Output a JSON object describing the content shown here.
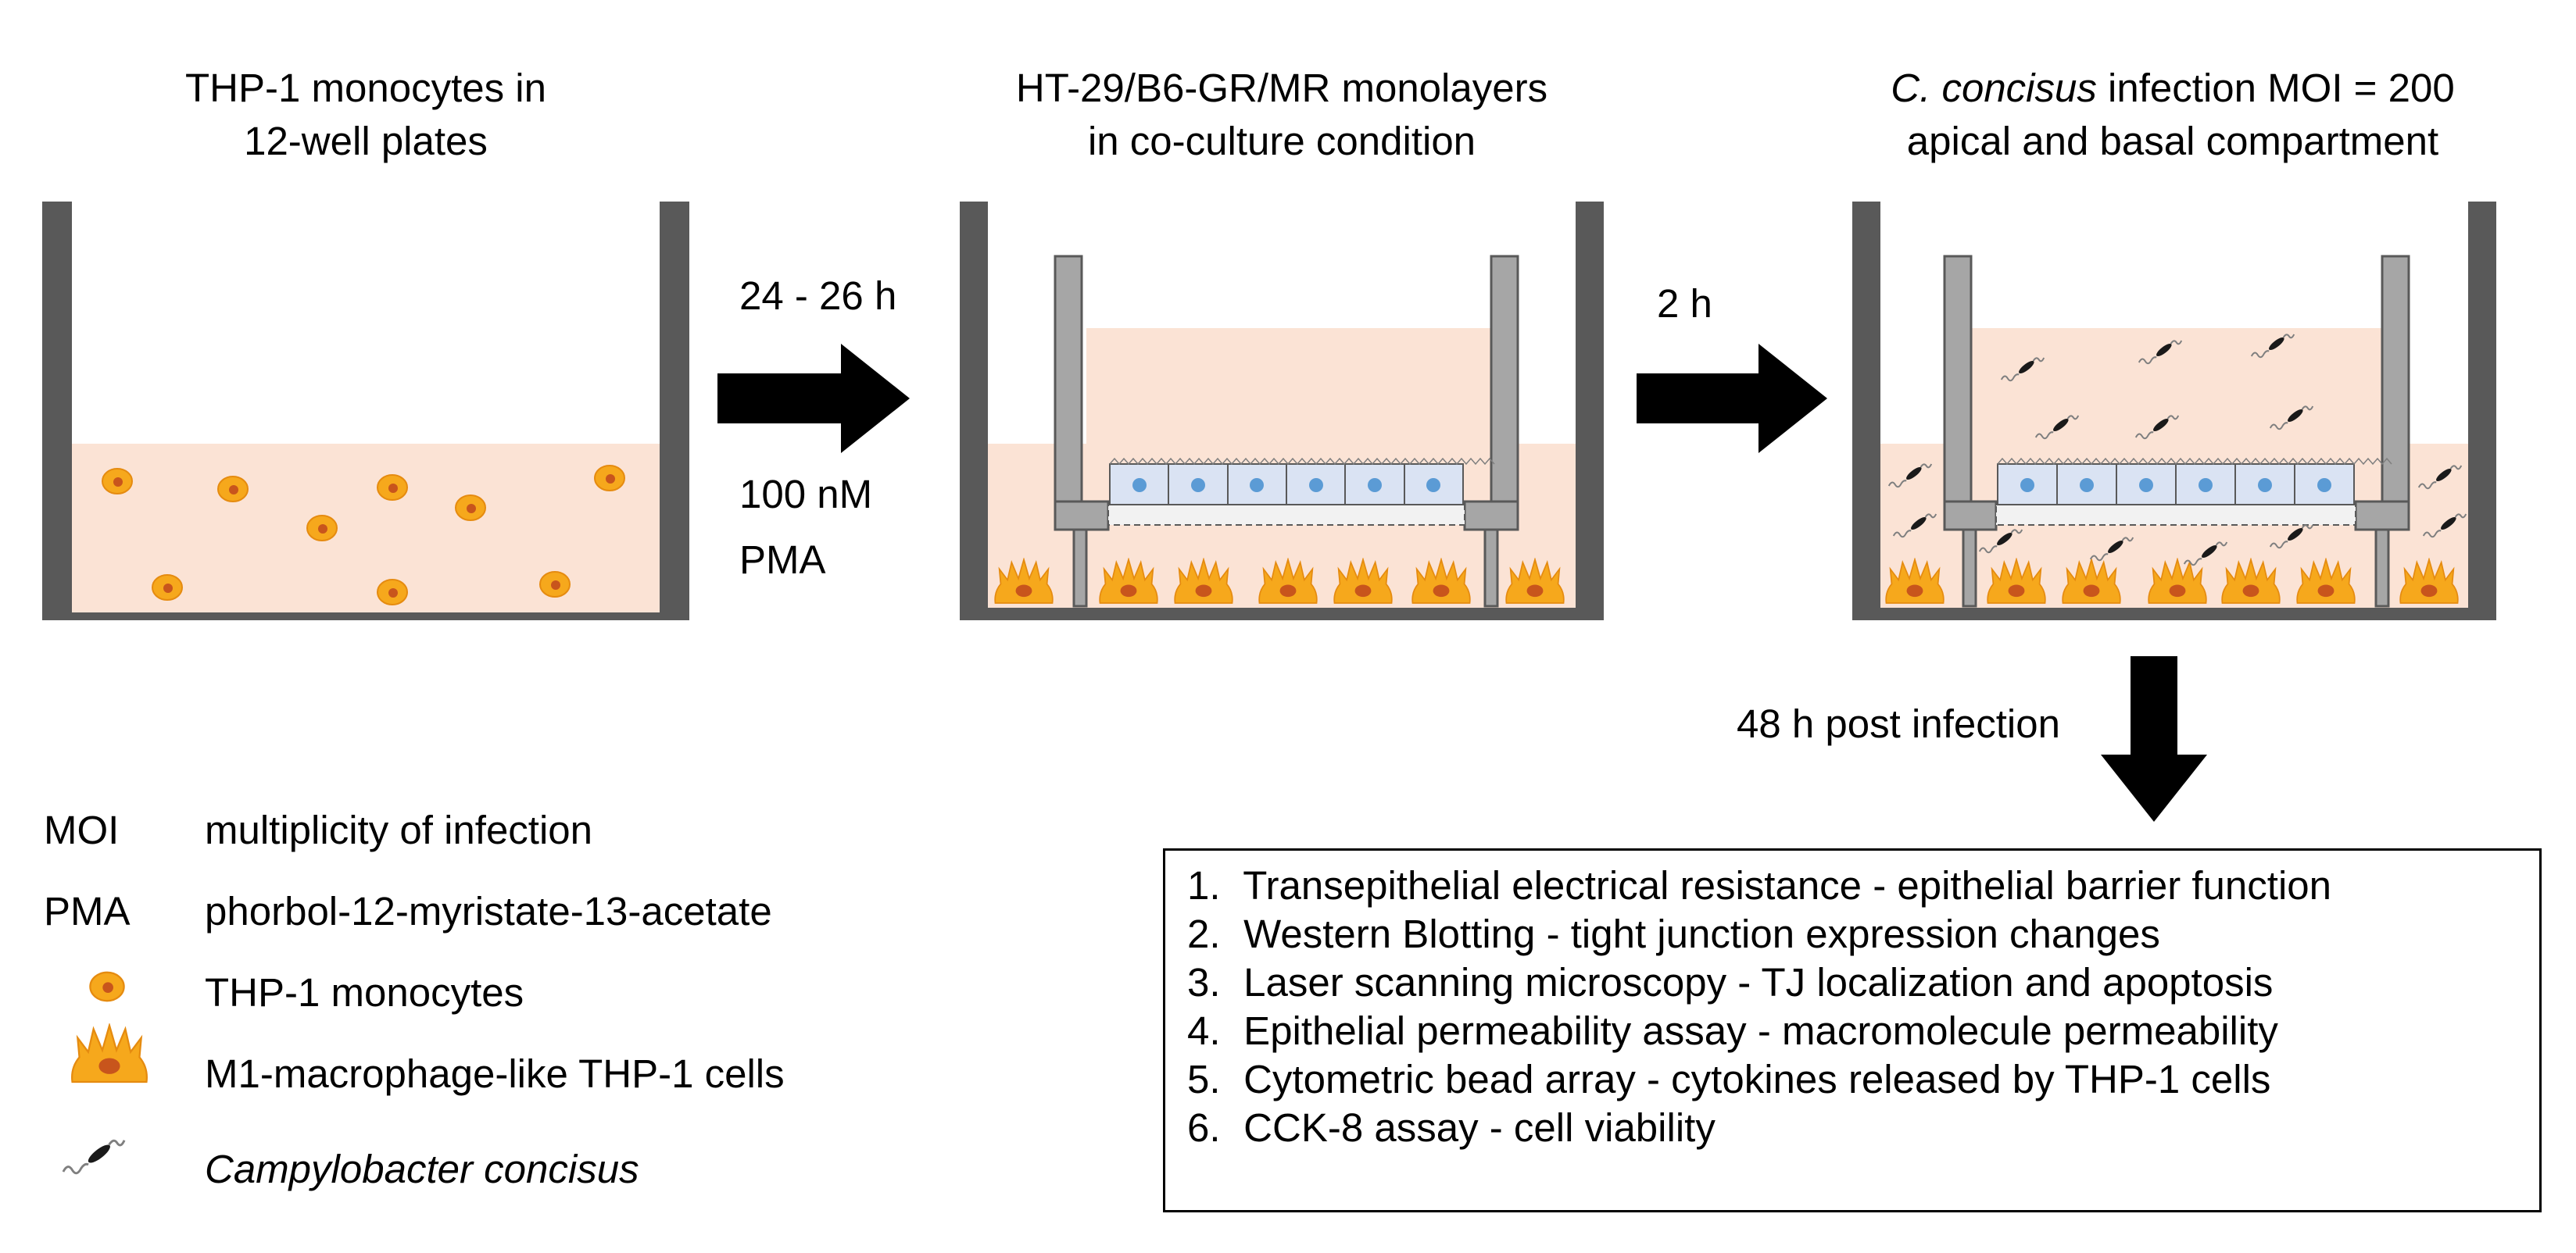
{
  "panels": [
    {
      "title_line1": "THP-1 monocytes in",
      "title_line2": "12-well plates"
    },
    {
      "title_line1": "HT-29/B6-GR/MR monolayers",
      "title_line2": "in co-culture condition"
    },
    {
      "title_line1_italic": "C. concisus",
      "title_line1_rest": " infection MOI = 200",
      "title_line2": "apical and basal compartment"
    }
  ],
  "arrows": {
    "step1_time": "24 - 26 h",
    "step1_treatment_line1": "100 nM",
    "step1_treatment_line2": "PMA",
    "step2_time": "2 h",
    "step3_time": "48 h post infection"
  },
  "legend": {
    "moi_abbr": "MOI",
    "moi_desc": "multiplicity of infection",
    "pma_abbr": "PMA",
    "pma_desc": "phorbol-12-myristate-13-acetate",
    "monocyte_label": "THP-1 monocytes",
    "macrophage_label": "M1-macrophage-like THP-1 cells",
    "bacterium_label": "Campylobacter concisus"
  },
  "results": [
    {
      "num": "1.",
      "text": "Transepithelial electrical resistance - epithelial barrier function"
    },
    {
      "num": "2.",
      "text": "Western Blotting - tight junction expression changes"
    },
    {
      "num": "3.",
      "text": "Laser scanning microscopy - TJ localization and apoptosis"
    },
    {
      "num": "4.",
      "text": "Epithelial permeability assay - macromolecule permeability"
    },
    {
      "num": "5.",
      "text": "Cytometric bead array - cytokines released by THP-1 cells"
    },
    {
      "num": "6.",
      "text": "CCK-8 assay - cell viability"
    }
  ],
  "colors": {
    "medium": "#fbe3d5",
    "wall": "#595959",
    "insert": "#a6a6a6",
    "cell_fill": "#f6a81c",
    "cell_nucleus": "#c8551c",
    "epithelium": "#dae3f3",
    "epi_nucleus": "#5b9bd5",
    "arrow": "#000000"
  }
}
